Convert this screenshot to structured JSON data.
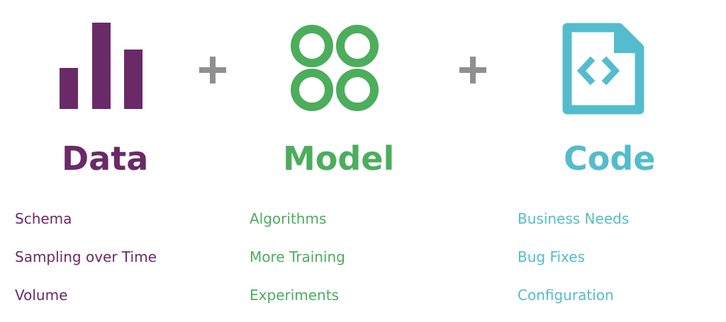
{
  "columns": [
    {
      "id": "data",
      "title": "Data",
      "icon": "bar-chart-icon",
      "color": "#6a2a68",
      "items": [
        "Schema",
        "Sampling over Time",
        "Volume"
      ]
    },
    {
      "id": "model",
      "title": "Model",
      "icon": "four-circles-icon",
      "color": "#4cad5d",
      "items": [
        "Algorithms",
        "More Training",
        "Experiments"
      ]
    },
    {
      "id": "code",
      "title": "Code",
      "icon": "code-file-icon",
      "color": "#54bccc",
      "items": [
        "Business Needs",
        "Bug Fixes",
        "Configuration"
      ]
    }
  ],
  "operators": [
    {
      "icon": "plus-icon",
      "color": "#8f8f8f"
    },
    {
      "icon": "plus-icon",
      "color": "#8f8f8f"
    }
  ]
}
